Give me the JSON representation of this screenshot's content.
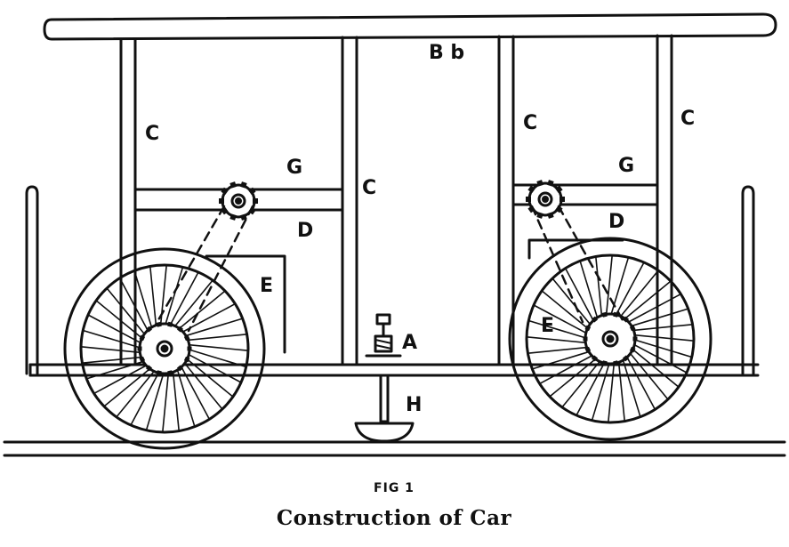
{
  "labels": {
    "Bb": "B b",
    "C1": "C",
    "C2": "C",
    "C3": "C",
    "C4": "C",
    "G1": "G",
    "G2": "G",
    "D1": "D",
    "D2": "D",
    "E1": "E",
    "E2": "E",
    "A": "A",
    "H": "H"
  },
  "figure_number": "FIG 1",
  "caption": "Construction of Car"
}
